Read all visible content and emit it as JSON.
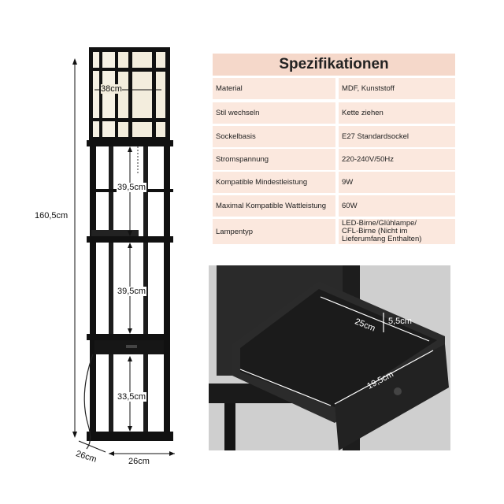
{
  "lamp": {
    "shade_width": "38cm",
    "shelf_gap_1": "39,5cm",
    "shelf_gap_2": "39,5cm",
    "shelf_gap_3": "33,5cm",
    "total_height": "160,5cm",
    "depth": "26cm",
    "width": "26cm"
  },
  "specs": {
    "title": "Spezifikationen",
    "rows": [
      {
        "label": "Material",
        "value": "MDF, Kunststoff"
      },
      {
        "label": "Stil wechseln",
        "value": "Kette ziehen"
      },
      {
        "label": "Sockelbasis",
        "value": "E27 Standardsockel"
      },
      {
        "label": "Stromspannung",
        "value": "220-240V/50Hz"
      },
      {
        "label": "Kompatible Mindestleistung",
        "value": "9W"
      },
      {
        "label": "Maximal Kompatible Wattleistung",
        "value": "60W"
      },
      {
        "label": "Lampentyp",
        "value": "LED-Birne/Glühlampe/\nCFL-Birne (Nicht im\nLieferumfang Enthalten)"
      }
    ]
  },
  "drawer": {
    "width": "25cm",
    "height": "5,5cm",
    "depth": "19,5cm"
  }
}
